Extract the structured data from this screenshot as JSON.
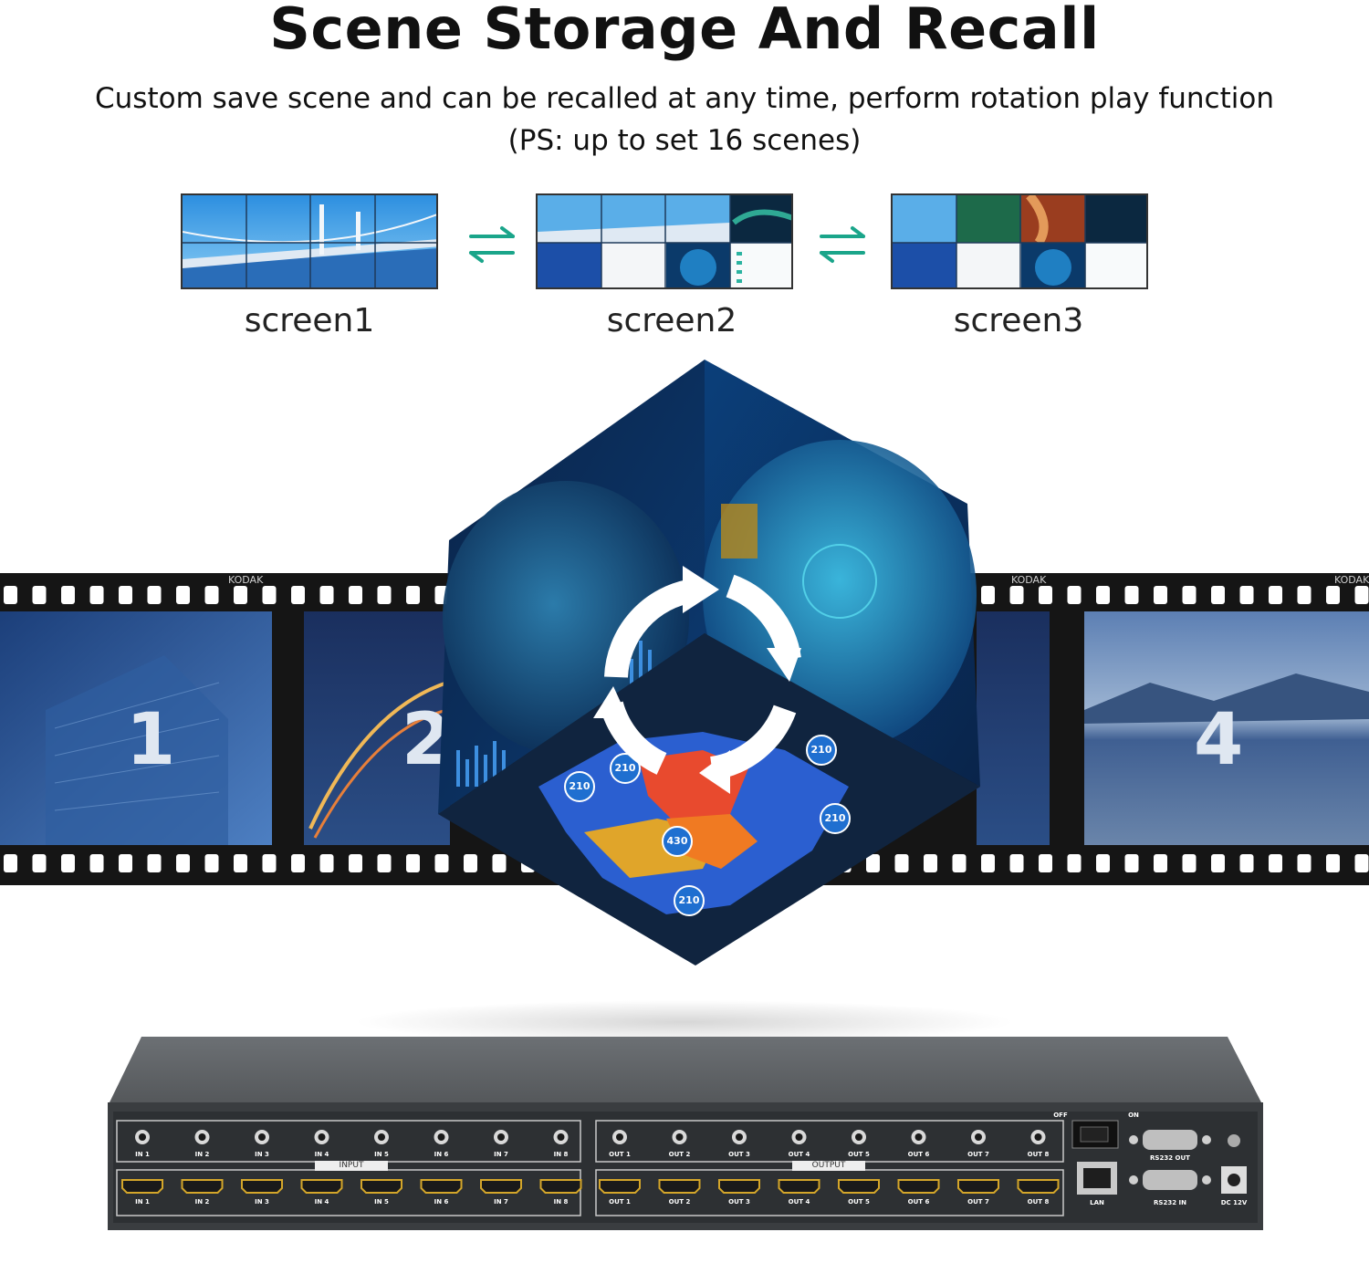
{
  "header": {
    "title": "Scene Storage And Recall",
    "subtitle_line1": "Custom save scene and can be recalled at any time, perform rotation play function",
    "subtitle_line2": "(PS: up to set 16 scenes)"
  },
  "screens": [
    {
      "label": "screen1"
    },
    {
      "label": "screen2"
    },
    {
      "label": "screen3"
    }
  ],
  "filmstrip": {
    "brand": "KODAK",
    "frame_numbers": [
      "1",
      "2",
      "4"
    ]
  },
  "cube": {
    "map_values": [
      "210",
      "210",
      "210",
      "210",
      "430",
      "210"
    ]
  },
  "device": {
    "input_group_label": "INPUT",
    "output_group_label": "OUTPUT",
    "inputs": [
      "IN 1",
      "IN 2",
      "IN 3",
      "IN 4",
      "IN 5",
      "IN 6",
      "IN 7",
      "IN 8"
    ],
    "outputs": [
      "OUT 1",
      "OUT 2",
      "OUT 3",
      "OUT 4",
      "OUT 5",
      "OUT 6",
      "OUT 7",
      "OUT 8"
    ],
    "power_off": "OFF",
    "power_on": "ON",
    "rs232_out": "RS232 OUT",
    "rs232_in": "RS232 IN",
    "lan": "LAN",
    "dc": "DC 12V"
  },
  "colors": {
    "swap_arrow": "#1aa58a",
    "film": "#151515",
    "device_body": "#5a5d60",
    "device_panel": "#2f3235"
  },
  "icons": {
    "swap": "swap-arrows-icon",
    "rotate": "rotate-arrows-icon"
  }
}
